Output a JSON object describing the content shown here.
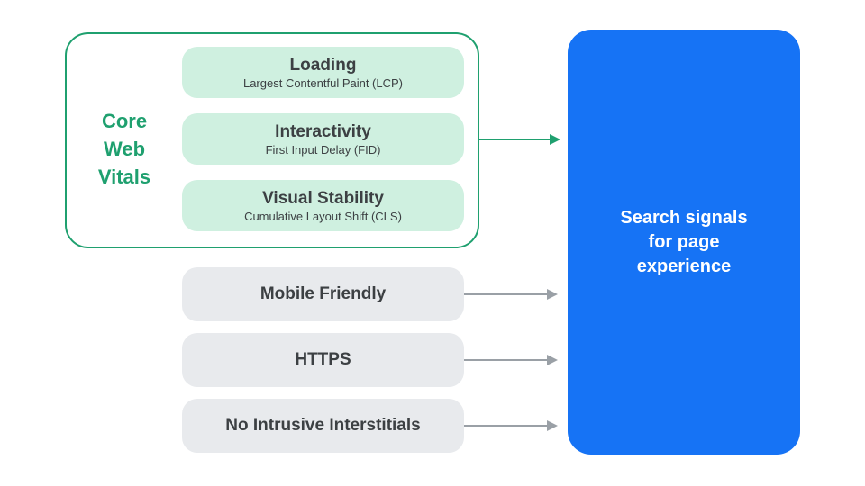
{
  "palette": {
    "green_accent": "#1FA06F",
    "green_fill": "#CFF0E0",
    "gray_fill": "#E8EAED",
    "dark_text": "#3C4043",
    "gray_arrow": "#9AA0A6",
    "blue_fill": "#1673F5",
    "white_text": "#FFFFFF"
  },
  "core_web_vitals": {
    "label_lines": [
      "Core",
      "Web",
      "Vitals"
    ],
    "items": [
      {
        "title": "Loading",
        "subtitle": "Largest Contentful Paint (LCP)"
      },
      {
        "title": "Interactivity",
        "subtitle": "First Input Delay (FID)"
      },
      {
        "title": "Visual Stability",
        "subtitle": "Cumulative Layout Shift (CLS)"
      }
    ]
  },
  "other_signals": [
    {
      "label": "Mobile Friendly"
    },
    {
      "label": "HTTPS"
    },
    {
      "label": "No Intrusive Interstitials"
    }
  ],
  "result": {
    "label_lines": [
      "Search signals",
      "for page",
      "experience"
    ]
  }
}
